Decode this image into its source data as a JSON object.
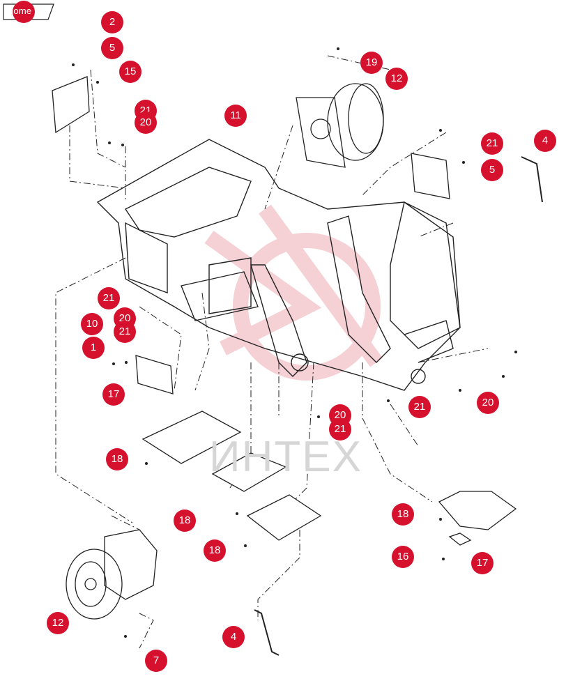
{
  "nav": {
    "home_label": "home"
  },
  "watermark": "ИНТЕХ",
  "callouts": [
    "2",
    "5",
    "15",
    "21",
    "20",
    "11",
    "19",
    "12",
    "21",
    "4",
    "5",
    "21",
    "20",
    "21",
    "10",
    "1",
    "17",
    "20",
    "21",
    "20",
    "21",
    "18",
    "18",
    "18",
    "4",
    "12",
    "7",
    "18",
    "16",
    "17"
  ],
  "colors": {
    "callout": "#d6112d",
    "line": "#222222",
    "watermark": "#f4c9cf"
  }
}
